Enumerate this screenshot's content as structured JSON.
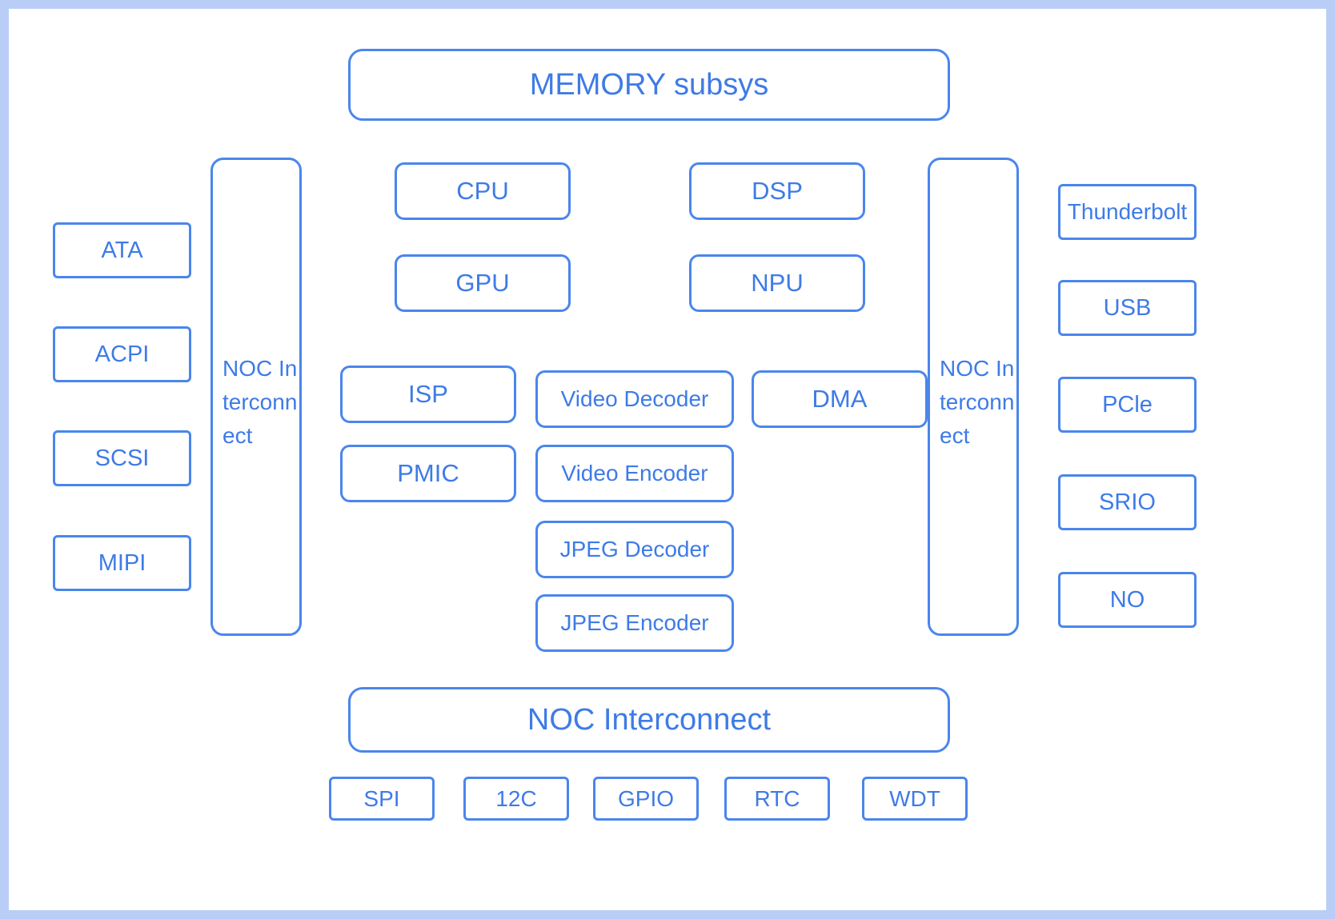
{
  "memory": "MEMORY subsys",
  "noc_left": "NOC Interconnect",
  "noc_right": "NOC Interconnect",
  "noc_bottom": "NOC Interconnect",
  "left_blocks": [
    "ATA",
    "ACPI",
    "SCSI",
    "MIPI"
  ],
  "right_blocks": [
    "Thunderbolt",
    "USB",
    "PCle",
    "SRIO",
    "NO"
  ],
  "processors": [
    "CPU",
    "DSP",
    "GPU",
    "NPU"
  ],
  "misc_blocks": [
    "ISP",
    "PMIC",
    "DMA"
  ],
  "codec_blocks": [
    "Video Decoder",
    "Video Encoder",
    "JPEG Decoder",
    "JPEG Encoder"
  ],
  "bottom_blocks": [
    "SPI",
    "12C",
    "GPIO",
    "RTC",
    "WDT"
  ],
  "colors": {
    "frame": "#b9cdf7",
    "border": "#4a86ec",
    "text": "#3e7be6",
    "background": "#ffffff"
  }
}
